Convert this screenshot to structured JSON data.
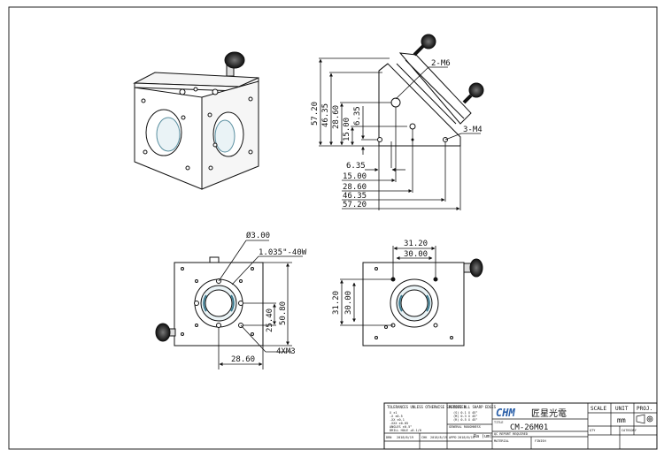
{
  "drawing": {
    "part_number": "CM-26M01",
    "company_logo_text": "CHM",
    "company_name": "匠星光電",
    "units": "mm"
  },
  "iso_view": {},
  "side_view": {
    "labels": {
      "thread_top": "2-M6",
      "thread_bottom": "3-M4"
    },
    "vertical_dims": [
      "57.20",
      "46.35",
      "28.60",
      "15.00",
      "6.35"
    ],
    "horizontal_dims": [
      "6.35",
      "15.00",
      "28.60",
      "46.35",
      "57.20"
    ]
  },
  "front_view": {
    "labels": {
      "hole_dia": "Ø3.00",
      "thread": "1.035\"-40W",
      "screws": "4XM3"
    },
    "dims": {
      "v1": "25.40",
      "v2": "50.80",
      "h1": "28.60"
    }
  },
  "right_view": {
    "dims": {
      "h_outer": "31.20",
      "h_inner": "30.00",
      "v_outer": "31.20",
      "v_inner": "30.00"
    }
  },
  "title_block": {
    "tolerance_title": "TOLERANCES UNLESS OTHERWISE SPECIFIED",
    "tolerance_lines": [
      "X      ±1",
      ".X     ±0.5",
      ".XX    ±0.1",
      ".XXX   ±0.05",
      "ANGLES ±0.5°",
      "DRILL HOLE +0.1/0"
    ],
    "remove_edges": "REMOVE ALL SHARP EDGES",
    "edge_notes": [
      "(S) 0.1 X 45°",
      "(M) 0.3 X 45°",
      "(R) 0.5 X 45°"
    ],
    "roughness_label": "GENERAL ROUGHNESS",
    "ra_label": "Ra (um)",
    "drawn_label": "DRN",
    "drawn_date": "2018/8/19",
    "checked_label": "CHK",
    "checked_date": "2018/8/19",
    "approved_label": "APPD",
    "approved_date": "2018/8/19",
    "material_label": "MATERIAL",
    "finish_label": "FINISH",
    "title_label": "TITLE",
    "qc_label": "QC REPORT REQUIRED",
    "scale_label": "SCALE",
    "unit_label": "UNIT",
    "proj_label": "PROJ.",
    "qty_label": "QTY",
    "category_label": "CATEGORY"
  }
}
